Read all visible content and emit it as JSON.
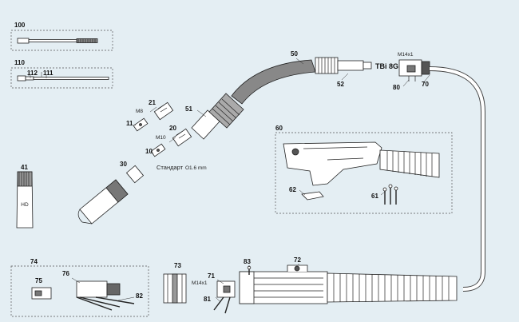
{
  "parts": [
    {
      "id": "p100",
      "label": "100"
    },
    {
      "id": "p110",
      "label": "110"
    },
    {
      "id": "p112",
      "label": "112"
    },
    {
      "id": "p111",
      "label": "111"
    },
    {
      "id": "p41",
      "label": "41"
    },
    {
      "id": "p30",
      "label": "30"
    },
    {
      "id": "p21",
      "label": "21"
    },
    {
      "id": "p11",
      "label": "11"
    },
    {
      "id": "p20",
      "label": "20"
    },
    {
      "id": "p10",
      "label": "10"
    },
    {
      "id": "p51",
      "label": "51"
    },
    {
      "id": "p50",
      "label": "50"
    },
    {
      "id": "p52",
      "label": "52"
    },
    {
      "id": "p80",
      "label": "80"
    },
    {
      "id": "p70",
      "label": "70"
    },
    {
      "id": "p60",
      "label": "60"
    },
    {
      "id": "p62",
      "label": "62"
    },
    {
      "id": "p61",
      "label": "61"
    },
    {
      "id": "p74",
      "label": "74"
    },
    {
      "id": "p75",
      "label": "75"
    },
    {
      "id": "p76",
      "label": "76"
    },
    {
      "id": "p82",
      "label": "82"
    },
    {
      "id": "p73",
      "label": "73"
    },
    {
      "id": "p71",
      "label": "71"
    },
    {
      "id": "p81",
      "label": "81"
    },
    {
      "id": "p83",
      "label": "83"
    },
    {
      "id": "p72",
      "label": "72"
    }
  ],
  "annotations": {
    "m8": "M8",
    "m10": "M10",
    "standard": "Стандарт",
    "standard_size": "O1.6 mm",
    "m14_top": "M14x1",
    "m14_bottom": "M14x1",
    "model": "TBi 8G",
    "hd": "HD"
  }
}
